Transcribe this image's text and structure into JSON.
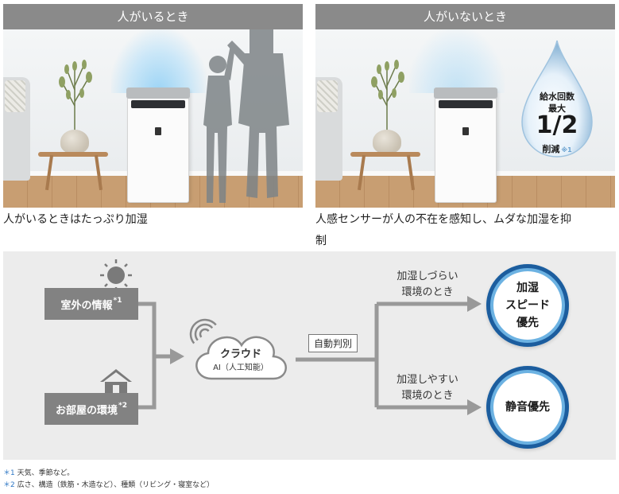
{
  "panels": {
    "left": {
      "header": "人がいるとき",
      "caption": "人がいるときはたっぷり加湿"
    },
    "right": {
      "header": "人がいないとき",
      "caption_line1": "人感センサーが人の不在を感知し、ムダな加湿を抑",
      "caption_line2": "制",
      "drop": {
        "line1": "給水回数",
        "line2": "最大",
        "fraction": "1/2",
        "line3": "削減",
        "mark": "※1"
      }
    }
  },
  "flow": {
    "outdoor_box": {
      "label": "室外の情報",
      "mark": "*1"
    },
    "room_box": {
      "label": "お部屋の環境",
      "mark": "*2"
    },
    "cloud": {
      "title": "クラウド",
      "subtitle": "AI（人工知能）"
    },
    "auto_label": "自動判別",
    "upper_condition": {
      "line1": "加湿しづらい",
      "line2": "環境のとき"
    },
    "lower_condition": {
      "line1": "加湿しやすい",
      "line2": "環境のとき"
    },
    "upper_result": {
      "line1": "加湿",
      "line2": "スピード",
      "line3": "優先"
    },
    "lower_result": {
      "line1": "静音優先"
    }
  },
  "footnotes": [
    {
      "mark": "＊1",
      "text": " 天気、季節など。"
    },
    {
      "mark": "＊2",
      "text": " 広さ、構造（鉄筋・木造など）、種類（リビング・寝室など）"
    }
  ],
  "icons": {
    "sun": "sun-icon",
    "house": "house-icon",
    "wifi": "wifi-icon",
    "cloud": "cloud-icon",
    "drop": "water-drop-icon"
  },
  "colors": {
    "box_gray": "#828282",
    "circle_ring": "#1c5d9e",
    "circle_inner": "#6cb2e2",
    "mist": "#96d2f5",
    "note_mark": "#2e77c5"
  }
}
